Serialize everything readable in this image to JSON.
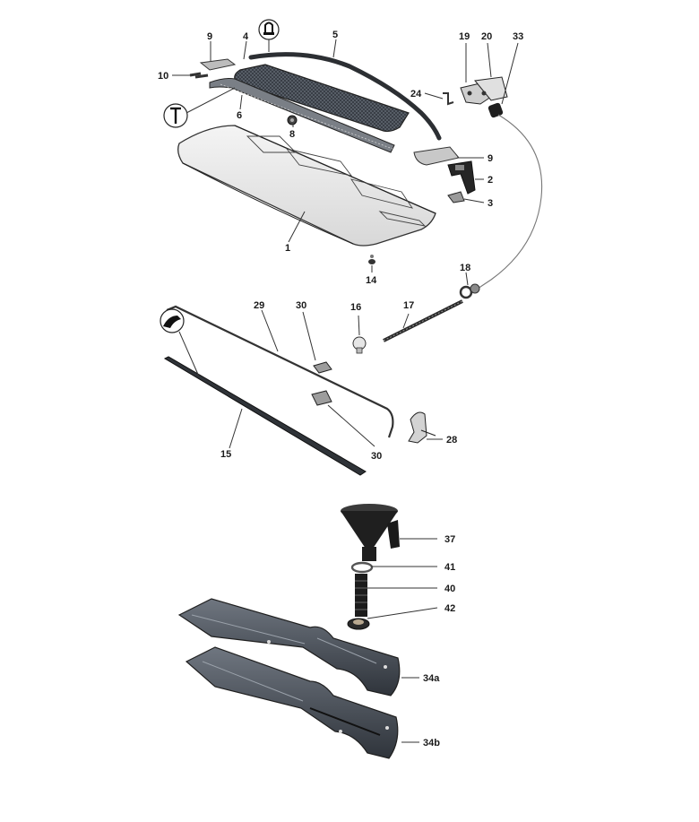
{
  "callouts": {
    "c1": "1",
    "c2": "2",
    "c3": "3",
    "c4": "4",
    "c5": "5",
    "c6": "6",
    "c8": "8",
    "c9a": "9",
    "c9b": "9",
    "c10": "10",
    "c14": "14",
    "c15": "15",
    "c16": "16",
    "c17": "17",
    "c18": "18",
    "c19": "19",
    "c20": "20",
    "c24": "24",
    "c28": "28",
    "c29": "29",
    "c30a": "30",
    "c30b": "30",
    "c33": "33",
    "c34a": "34a",
    "c34b": "34b",
    "c37": "37",
    "c40": "40",
    "c41": "41",
    "c42": "42"
  },
  "icons": [
    "clip-detail-icon",
    "screw-detail-icon",
    "seal-section-detail-icon"
  ]
}
